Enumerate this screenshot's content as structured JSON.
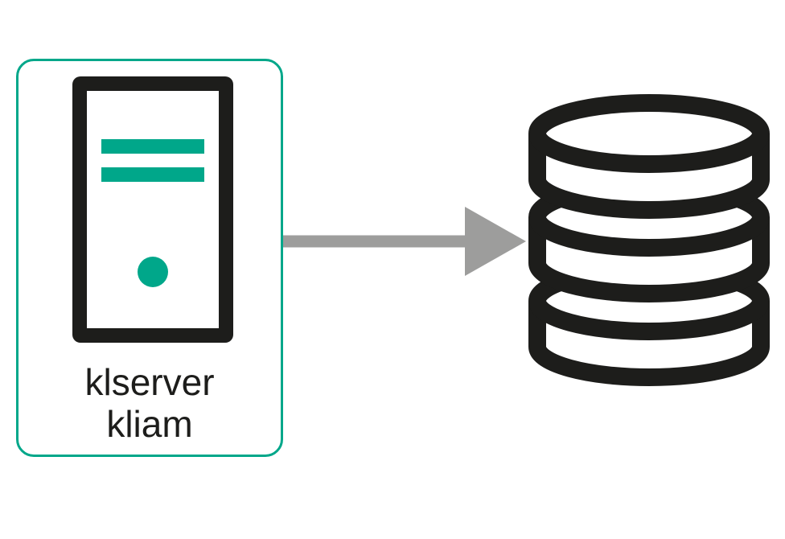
{
  "diagram": {
    "type": "flow-diagram",
    "background": "#ffffff",
    "colors": {
      "accent_teal": "#00a78a",
      "icon_black": "#1d1d1b",
      "arrow_gray": "#9d9d9c"
    },
    "nodes": [
      {
        "id": "server",
        "icon": "server-icon",
        "labels": [
          "klserver",
          "kliam"
        ]
      },
      {
        "id": "database",
        "icon": "database-icon",
        "labels": []
      }
    ],
    "connections": [
      {
        "from": "server",
        "to": "database",
        "style": "solid-arrow",
        "direction": "right",
        "color": "#9d9d9c"
      }
    ]
  }
}
